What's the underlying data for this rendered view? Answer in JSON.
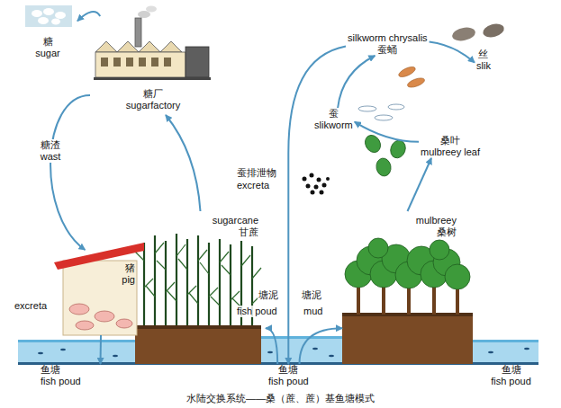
{
  "diagram": {
    "caption": "水陆交换系统——桑（蔗、蔗）基鱼塘模式",
    "nodes": [
      {
        "text": [
          "糖",
          "sugar"
        ]
      },
      {
        "text": [
          "糖厂",
          "sugarfactory"
        ]
      },
      {
        "text": [
          "silkworm chrysalis",
          "蚕蛹"
        ]
      },
      {
        "text": [
          "丝",
          "slik"
        ]
      },
      {
        "text": [
          "蚕",
          "slikworm"
        ]
      },
      {
        "text": [
          "桑叶",
          "mulbreey leaf"
        ]
      },
      {
        "text": [
          "sugarcane",
          "甘蔗"
        ]
      },
      {
        "text": [
          "mulbreey",
          "桑树"
        ]
      },
      {
        "text": [
          "猪",
          "pig"
        ]
      },
      {
        "text": [
          "鱼塘",
          "fish poud"
        ]
      },
      {
        "text": [
          "鱼塘",
          "fish poud"
        ]
      },
      {
        "text": [
          "鱼塘",
          "fish poud"
        ]
      }
    ],
    "edges": [
      {
        "from": 6,
        "to": 1,
        "arrow": "to"
      },
      {
        "from": 1,
        "to": 0,
        "arrow": "to"
      },
      {
        "from": 1,
        "to": 8,
        "label": "糖渣 wast",
        "arrow": "to"
      },
      {
        "from": 8,
        "to": 9,
        "label": "excreta",
        "arrow": "to"
      },
      {
        "from": 10,
        "to": 6,
        "label": "塘泥",
        "arrow": "to"
      },
      {
        "from": 10,
        "to": 7,
        "label": "塘泥",
        "arrow": "to"
      },
      {
        "from": 7,
        "to": 5,
        "arrow": "to"
      },
      {
        "from": 5,
        "to": 4,
        "arrow": "to"
      },
      {
        "from": 4,
        "to": 2,
        "arrow": "to"
      },
      {
        "from": 2,
        "to": 3,
        "arrow": "to"
      },
      {
        "from": 2,
        "to": 10,
        "arrow": "to"
      }
    ],
    "labels": [
      "蚕排泄物",
      "excreta",
      "fish poud",
      "mud"
    ]
  }
}
